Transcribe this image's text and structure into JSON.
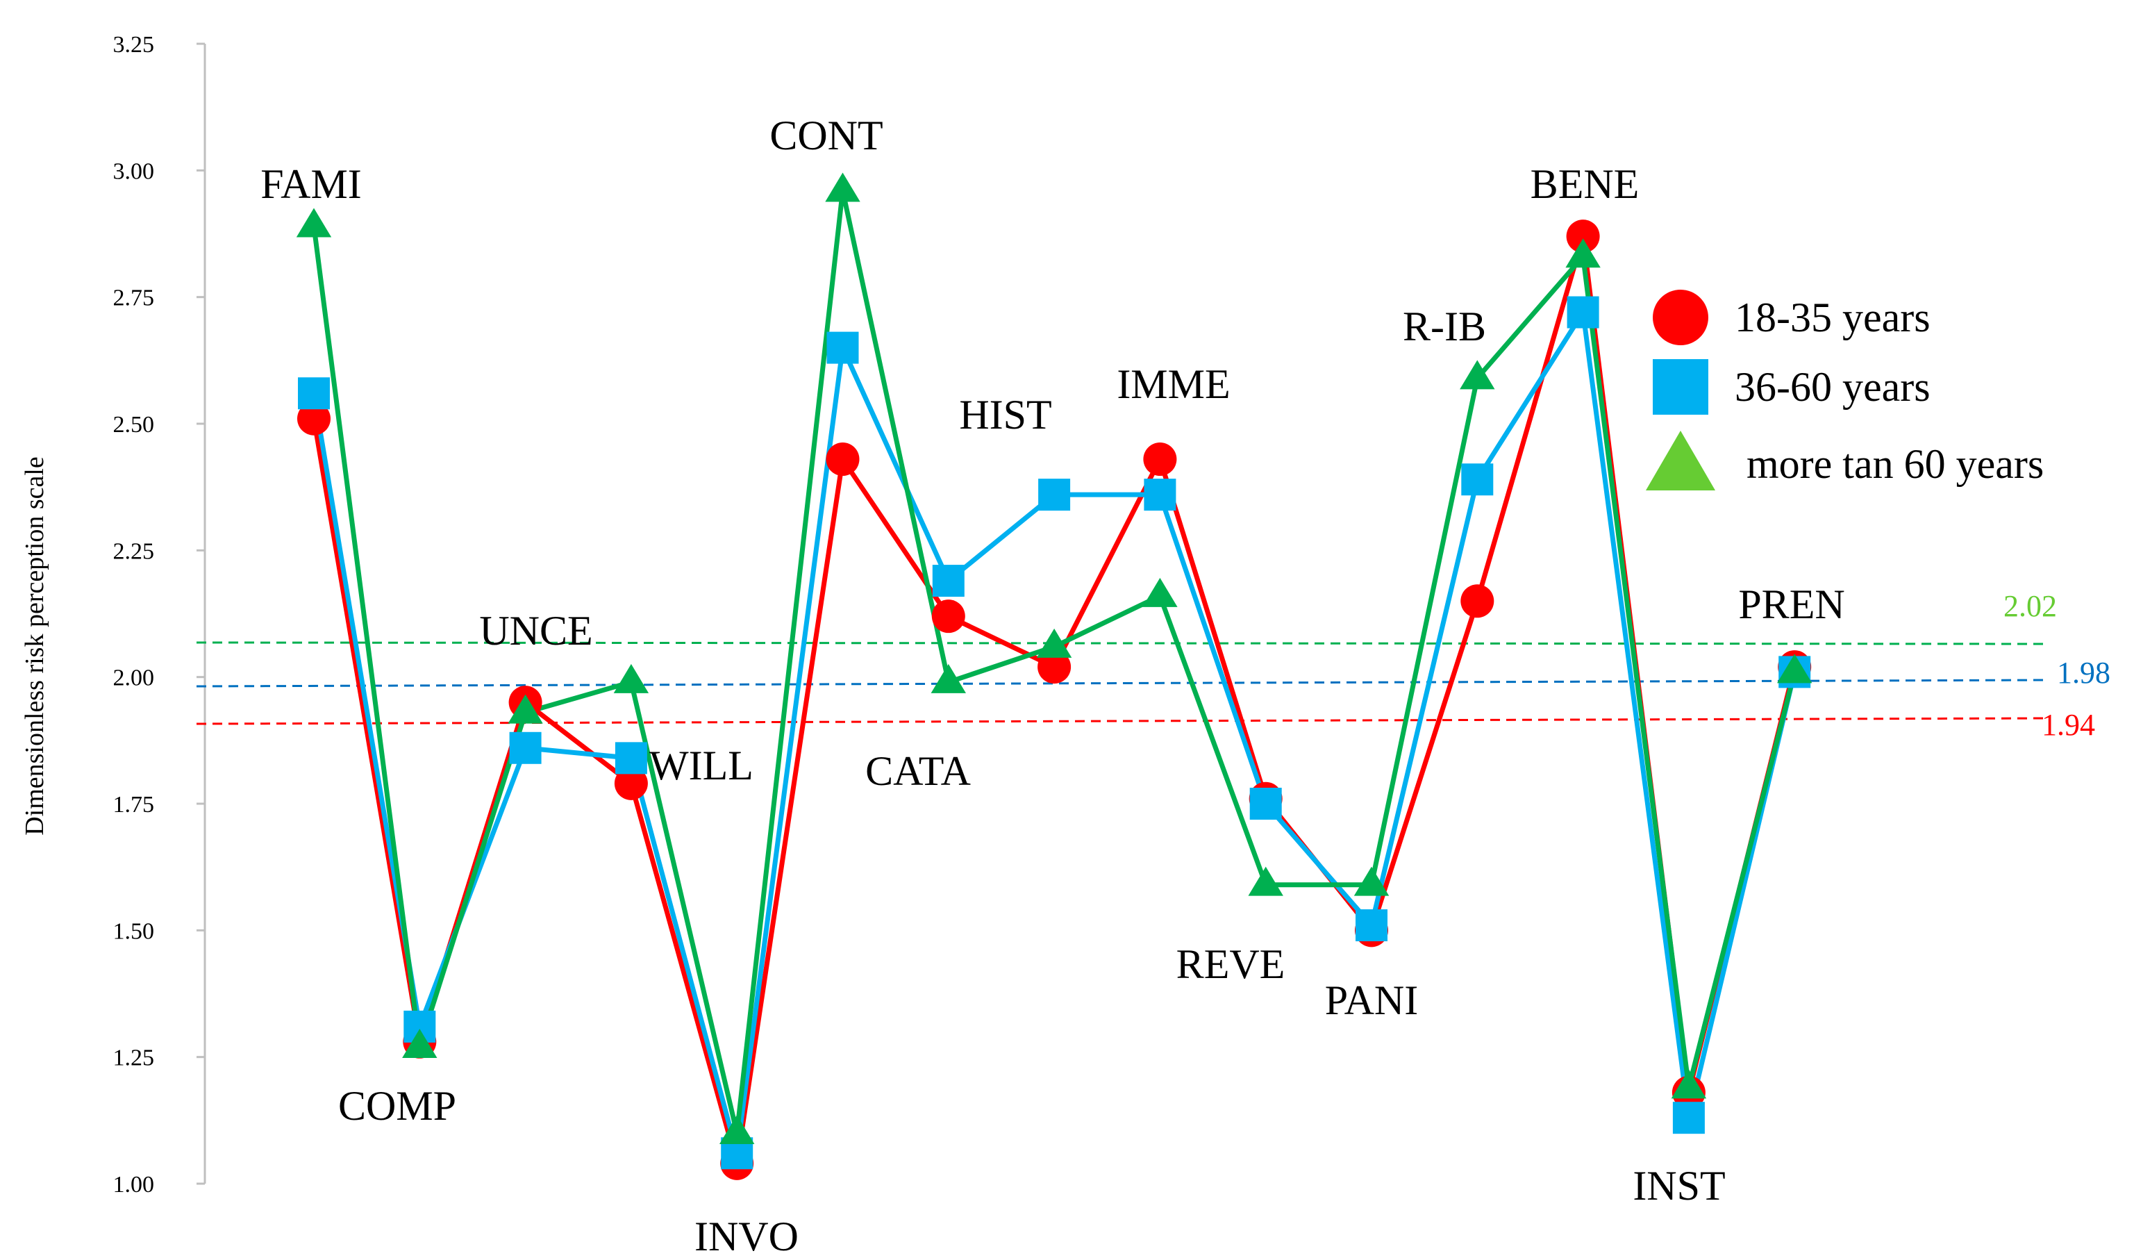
{
  "chart_data": {
    "type": "line",
    "ylabel": "Dimensionless risk perception scale",
    "ylim": [
      1.0,
      3.25
    ],
    "yticks": [
      "1.00",
      "1.25",
      "1.50",
      "1.75",
      "2.00",
      "2.25",
      "2.50",
      "2.75",
      "3.00",
      "3.25"
    ],
    "categories": [
      "FAMI",
      "COMP",
      "UNCE",
      "WILL",
      "INVO",
      "CONT",
      "CATA",
      "HIST",
      "IMME",
      "REVE",
      "PANI",
      "R-IB",
      "BENE",
      "INST",
      "PREN"
    ],
    "series": [
      {
        "name": "18-35 years",
        "color": "#ff0000",
        "marker": "circle",
        "values": [
          2.51,
          1.28,
          1.95,
          1.79,
          1.04,
          2.43,
          2.12,
          2.02,
          2.43,
          1.76,
          1.5,
          2.15,
          2.87,
          1.18,
          2.02
        ]
      },
      {
        "name": "36-60 years",
        "color": "#00b0f0",
        "marker": "square",
        "values": [
          2.56,
          1.31,
          1.86,
          1.84,
          1.06,
          2.65,
          2.19,
          2.36,
          2.36,
          1.75,
          1.51,
          2.39,
          2.72,
          1.13,
          2.01
        ]
      },
      {
        "name": "more tan 60 years",
        "color": "#00b050",
        "marker": "triangle",
        "values": [
          2.89,
          1.27,
          1.93,
          1.99,
          1.1,
          2.96,
          1.99,
          2.06,
          2.16,
          1.59,
          1.59,
          2.59,
          2.83,
          1.19,
          2.01
        ]
      }
    ],
    "reference_lines": [
      {
        "label": "2.02",
        "color": "#66cc33",
        "line_color": "#00b050"
      },
      {
        "label": "1.98",
        "color": "#0070c0",
        "line_color": "#0070c0"
      },
      {
        "label": "1.94",
        "color": "#ff0000",
        "line_color": "#ff0000"
      }
    ],
    "legend_position": "right"
  }
}
